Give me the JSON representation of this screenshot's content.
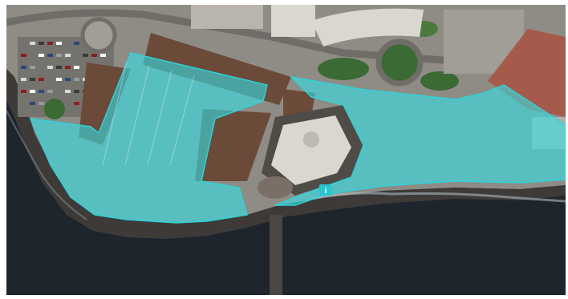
{
  "view": {
    "type": "aerial-orthophoto",
    "overlay": {
      "kind": "highlighted-area",
      "fill_color": "#35e0e6",
      "fill_opacity": 0.6,
      "stroke_color": "#2fd2d8"
    },
    "marker": {
      "icon": "info-marker-icon",
      "color": "#29c6d0"
    }
  },
  "palette": {
    "sea": "#1f252d",
    "coast_rock": "#3d3a38",
    "ground": "#8f8c85",
    "roof_brown": "#6b4a3a",
    "roof_red": "#a65a4c",
    "vegetation": "#3b6a34",
    "building_white": "#d9d7cf"
  }
}
